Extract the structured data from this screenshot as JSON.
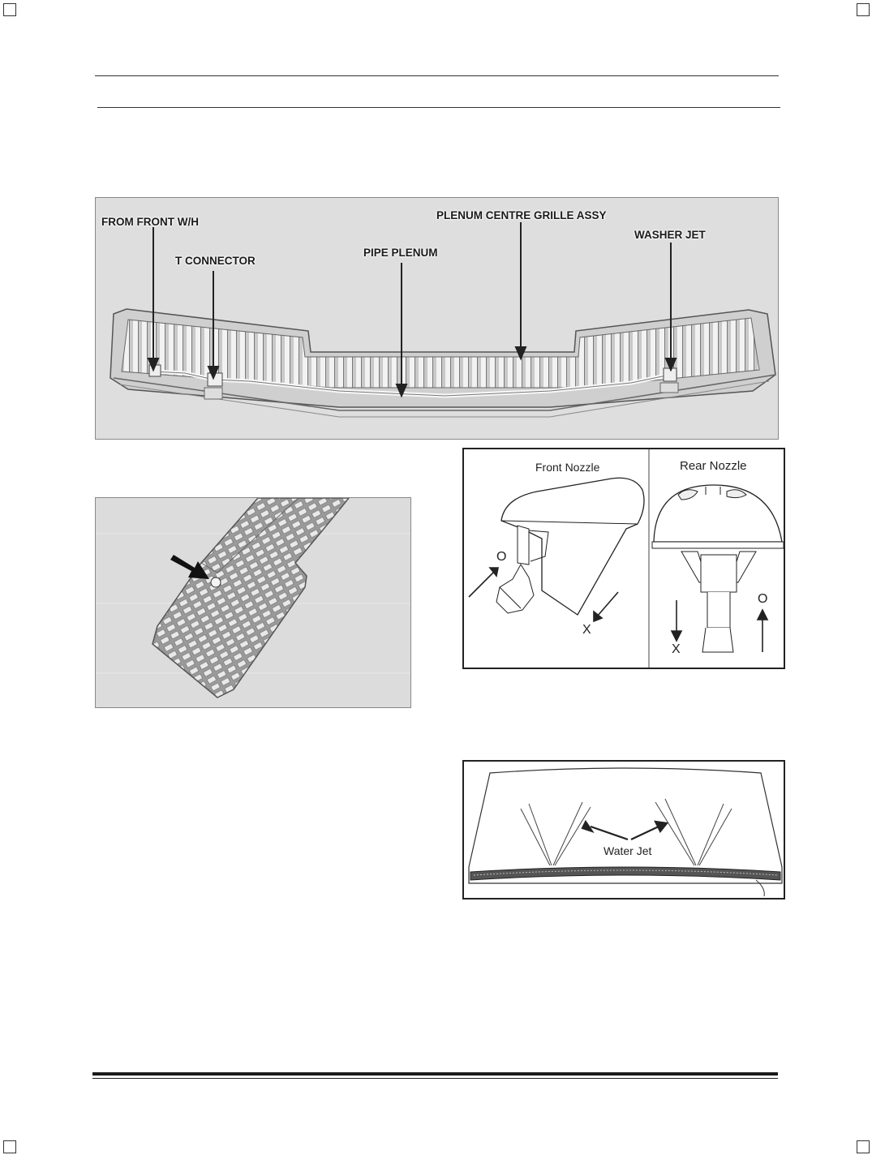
{
  "figure1": {
    "labels": {
      "from_front": "FROM FRONT W/H",
      "t_connector": "T CONNECTOR",
      "pipe_plenum": "PIPE PLENUM",
      "plenum_grille": "PLENUM CENTRE GRILLE ASSY",
      "washer_jet": "WASHER JET"
    }
  },
  "figure3": {
    "front_title": "Front Nozzle",
    "rear_title": "Rear Nozzle",
    "front_ok": "O",
    "front_ng": "X",
    "rear_ng": "X",
    "rear_ok": "O"
  },
  "figure4": {
    "label": "Water Jet"
  }
}
